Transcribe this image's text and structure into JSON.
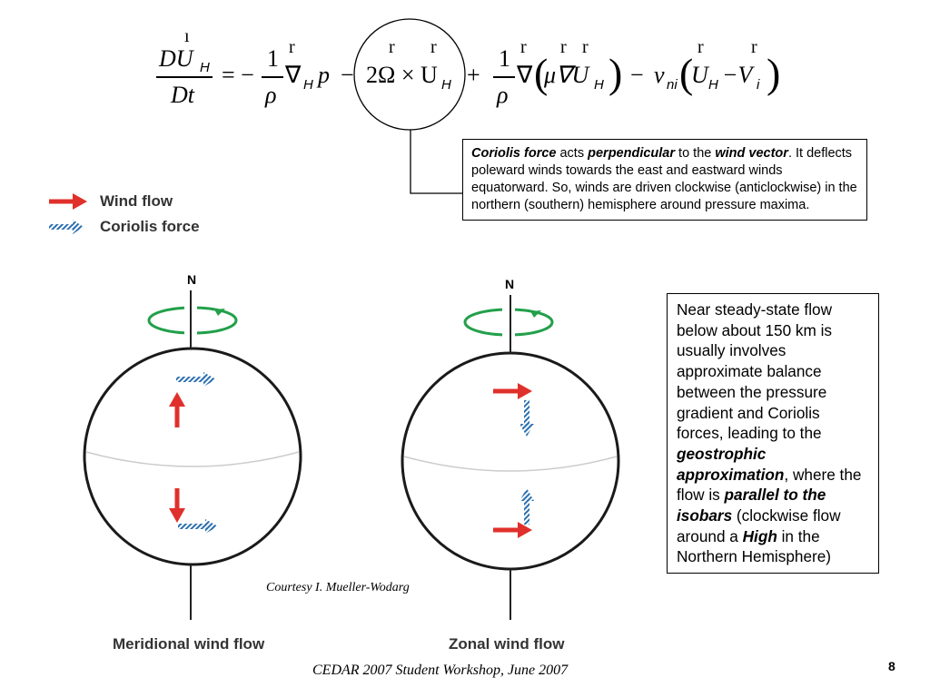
{
  "equation": {
    "lhs_num": "DU",
    "lhs_den": "Dt",
    "sub_h": "H",
    "one": "1",
    "rho": "ρ",
    "eq_minus": "= −",
    "nabla": "∇",
    "p": "p",
    "minus": "−",
    "two_omega": "2Ω × U",
    "plus": "+",
    "mu_term": "μ∇U",
    "minus2": "−",
    "nu": "ν",
    "sub_ni": "ni",
    "u_minus_v": "U",
    "minus3": "−V",
    "sub_i": "i",
    "vec_mark": "r",
    "dot_mark": "ı"
  },
  "callout": {
    "term1": "Coriolis force",
    "t2": " acts ",
    "term2": "perpendicular",
    "t3": " to the ",
    "term3": "wind vector",
    "t4": ". It deflects poleward winds towards the east and eastward winds equatorward. So, winds are driven clockwise (anticlockwise) in the northern (southern) hemisphere around pressure maxima."
  },
  "legend": {
    "wind": "Wind flow",
    "coriolis": "Coriolis force"
  },
  "globes": {
    "north_label": "N",
    "left_caption": "Meridional wind flow",
    "right_caption": "Zonal wind flow"
  },
  "note": {
    "p1": "Near steady-state flow below about 150 km is usually involves approximate balance between the pressure gradient and Coriolis forces, leading to the ",
    "b1": "geostrophic approximation",
    "p2": ", where the flow is ",
    "b2": "parallel to the isobars",
    "p3": " (clockwise flow around a ",
    "b3": "High",
    "p4": " in the Northern Hemisphere)"
  },
  "courtesy": "Courtesy I. Mueller-Wodarg",
  "footer": "CEDAR 2007 Student Workshop, June 2007",
  "page_number": "8",
  "colors": {
    "wind_arrow": "#e0302b",
    "coriolis_arrow": "#3a8fd0",
    "rotation_arrow": "#22a04a"
  }
}
